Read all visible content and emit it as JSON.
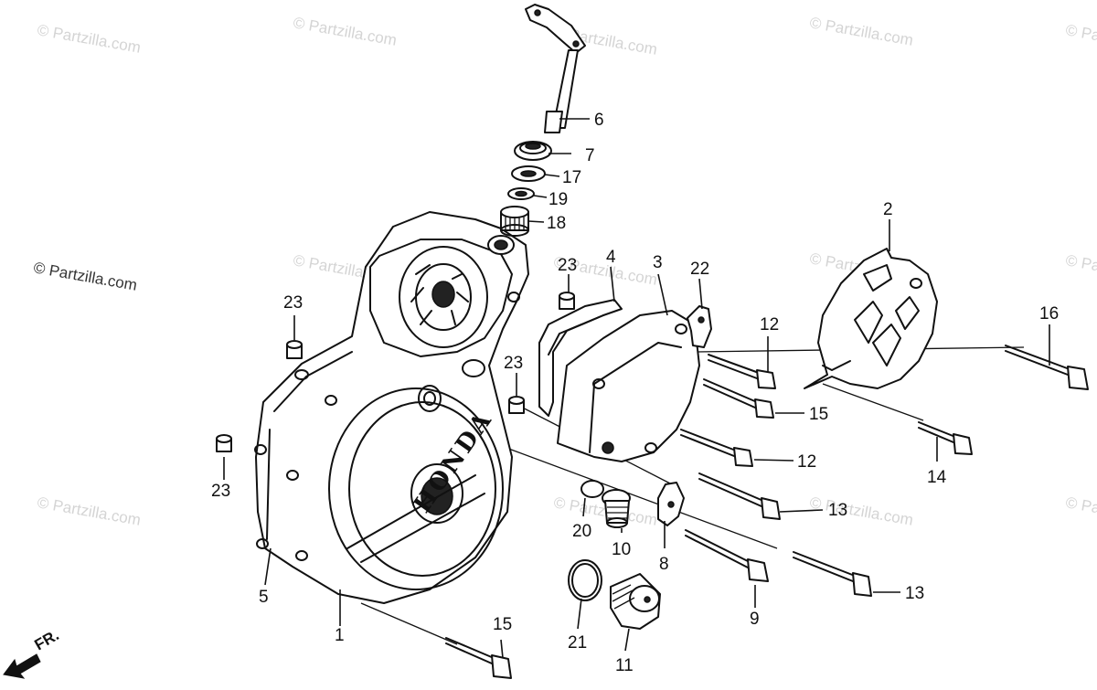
{
  "watermark": "© Partzilla.com",
  "brand_mark": "HONDA",
  "direction_label": "FR.",
  "callouts": [
    "1",
    "2",
    "3",
    "4",
    "5",
    "6",
    "7",
    "8",
    "9",
    "10",
    "11",
    "12",
    "13",
    "14",
    "15",
    "16",
    "17",
    "18",
    "19",
    "20",
    "21",
    "22",
    "23"
  ]
}
